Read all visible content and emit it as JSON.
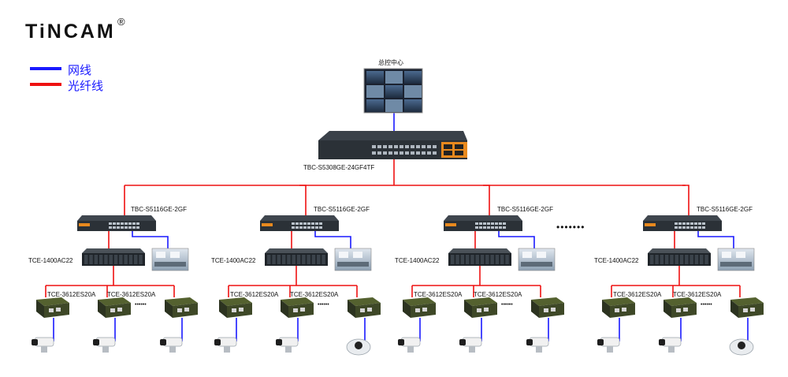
{
  "brand": {
    "name": "TiNCAM",
    "registered": "®"
  },
  "legend": [
    {
      "label": "网线",
      "color": "#1a1aff"
    },
    {
      "label": "光纤线",
      "color": "#ee1111"
    }
  ],
  "center": {
    "label": "总控中心"
  },
  "core_switch": {
    "label": "TBC-S5308GE-24GF4TF"
  },
  "ellipsis": "•••••••",
  "branches": [
    {
      "switch": "TBC-S5116GE-2GF",
      "chassis": "TCE-1400AC22",
      "converter_left": "TCE-3612ES20A",
      "converter_right": "TCE-3612ES20A",
      "dots": "••••••",
      "cameras": [
        "bullet",
        "bullet",
        "bullet"
      ]
    },
    {
      "switch": "TBC-S5116GE-2GF",
      "chassis": "TCE-1400AC22",
      "converter_left": "TCE-3612ES20A",
      "converter_right": "TCE-3612ES20A",
      "dots": "••••••",
      "cameras": [
        "bullet",
        "bullet",
        "dome"
      ]
    },
    {
      "switch": "TBC-S5116GE-2GF",
      "chassis": "TCE-1400AC22",
      "converter_left": "TCE-3612ES20A",
      "converter_right": "TCE-3612ES20A",
      "dots": "••••••",
      "cameras": [
        "bullet",
        "bullet",
        "bullet"
      ]
    },
    {
      "switch": "TBC-S5116GE-2GF",
      "chassis": "TCE-1400AC22",
      "converter_left": "TCE-3612ES20A",
      "converter_right": "TCE-3612ES20A",
      "dots": "••••••",
      "cameras": [
        "bullet",
        "bullet",
        "dome"
      ]
    }
  ],
  "colors": {
    "network_cable": "#1a1aff",
    "fiber_cable": "#ee1111",
    "device_dark": "#2b3137",
    "accent_orange": "#e8891e"
  }
}
